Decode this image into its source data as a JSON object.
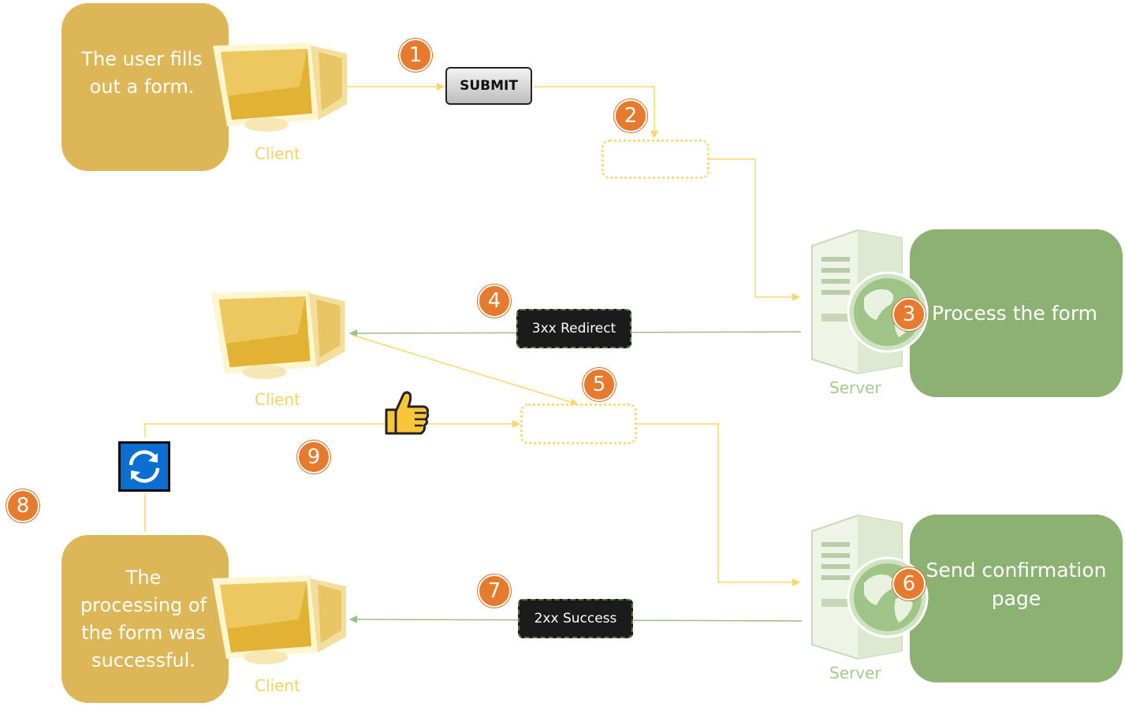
{
  "nodes": {
    "user_fills_form": "The user fills out a form.",
    "process_form": "Process the form",
    "send_confirmation": "Send confirmation page",
    "processing_successful": "The processing of the form was successful."
  },
  "labels": {
    "client": "Client",
    "server": "Server",
    "submit": "SUBMIT",
    "redirect": "3xx Redirect",
    "success": "2xx Success"
  },
  "steps": [
    "1",
    "2",
    "3",
    "4",
    "5",
    "6",
    "7",
    "8",
    "9"
  ],
  "icons": [
    "client-computer-icon",
    "server-icon",
    "globe-icon",
    "thumbs-up-icon",
    "refresh-icon"
  ],
  "colors": {
    "client_box": "#DDB757",
    "server_box": "#8DB173",
    "step_badge": "#E67A2E",
    "request_arrow": "#F9D86B",
    "response_arrow": "#9CBF85"
  }
}
